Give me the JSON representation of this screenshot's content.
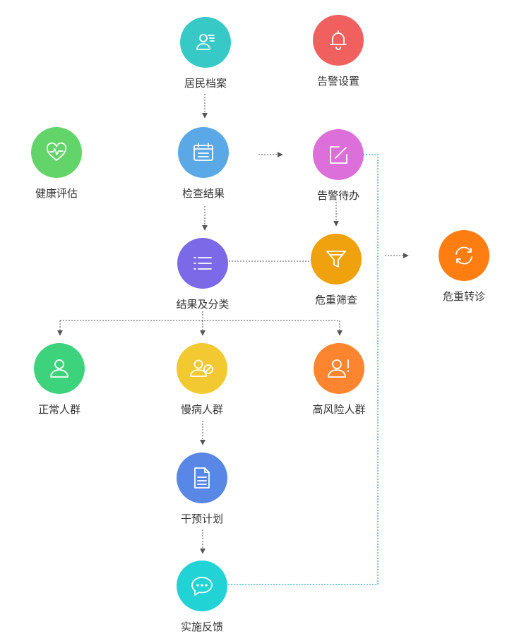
{
  "diagram": {
    "nodes": {
      "resident_records": {
        "label": "居民档案",
        "color": "#36c9c6",
        "icon": "person-card-icon"
      },
      "alert_settings": {
        "label": "告警设置",
        "color": "#f0605f",
        "icon": "bell-icon"
      },
      "health_assessment": {
        "label": "健康评估",
        "color": "#63d46a",
        "icon": "heart-pulse-icon"
      },
      "exam_results": {
        "label": "检查结果",
        "color": "#5aa8e6",
        "icon": "calendar-list-icon"
      },
      "alert_pending": {
        "label": "告警待办",
        "color": "#dd6fdb",
        "icon": "edit-icon"
      },
      "results_classification": {
        "label": "结果及分类",
        "color": "#7c69e8",
        "icon": "list-icon"
      },
      "critical_screening": {
        "label": "危重筛查",
        "color": "#f0a10e",
        "icon": "funnel-icon"
      },
      "critical_referral": {
        "label": "危重转诊",
        "color": "#ff7d11",
        "icon": "refresh-icon"
      },
      "normal_group": {
        "label": "正常人群",
        "color": "#3dd37c",
        "icon": "user-icon"
      },
      "chronic_group": {
        "label": "慢病人群",
        "color": "#f2c930",
        "icon": "user-chronic-icon"
      },
      "high_risk_group": {
        "label": "高风险人群",
        "color": "#fd8530",
        "icon": "user-alert-icon"
      },
      "intervention_plan": {
        "label": "干预计划",
        "color": "#5987e6",
        "icon": "document-icon"
      },
      "feedback": {
        "label": "实施反馈",
        "color": "#22d3d6",
        "icon": "chat-bubble-icon"
      }
    },
    "colors": {
      "connector": "#555555",
      "feedback_link": "#2aa9c6"
    }
  }
}
